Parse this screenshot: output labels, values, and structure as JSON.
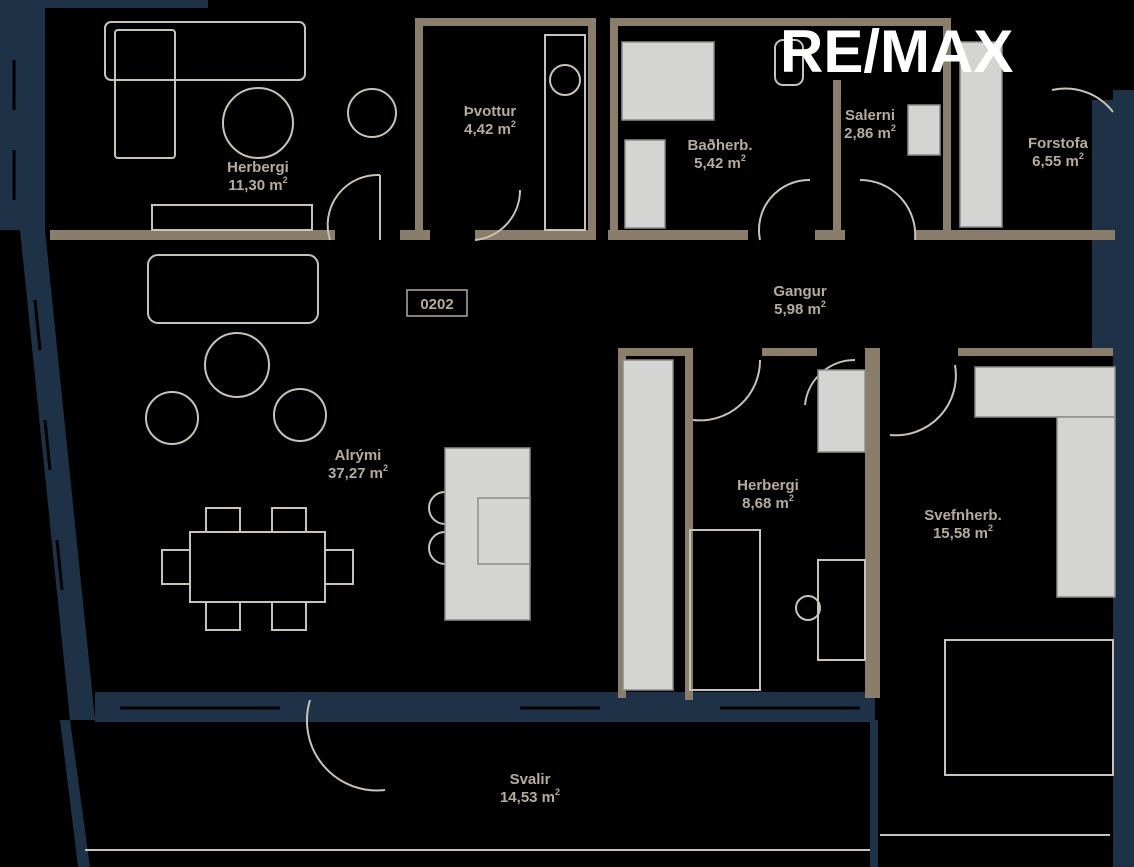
{
  "brand": {
    "logo_text": "RE/MAX"
  },
  "colors": {
    "background": "#000000",
    "outer_wall": "#1d3247",
    "inner_wall": "#8a7d6a",
    "furniture": "#c9c2b6",
    "fixture_fill": "#d4d5d2",
    "text": "#b5ab9e"
  },
  "unit": {
    "code": "0202"
  },
  "rooms": [
    {
      "id": "herbergi-1",
      "name": "Herbergi",
      "area": "11,30 m",
      "unit_sup": "2"
    },
    {
      "id": "thvottur",
      "name": "Þvottur",
      "area": "4,42 m",
      "unit_sup": "2"
    },
    {
      "id": "badherb",
      "name": "Baðherb.",
      "area": "5,42 m",
      "unit_sup": "2"
    },
    {
      "id": "salerni",
      "name": "Salerni",
      "area": "2,86 m",
      "unit_sup": "2"
    },
    {
      "id": "forstofa",
      "name": "Forstofa",
      "area": "6,55 m",
      "unit_sup": "2"
    },
    {
      "id": "gangur",
      "name": "Gangur",
      "area": "5,98 m",
      "unit_sup": "2"
    },
    {
      "id": "alrymi",
      "name": "Alrými",
      "area": "37,27 m",
      "unit_sup": "2"
    },
    {
      "id": "herbergi-2",
      "name": "Herbergi",
      "area": "8,68 m",
      "unit_sup": "2"
    },
    {
      "id": "svefnherb",
      "name": "Svefnherb.",
      "area": "15,58 m",
      "unit_sup": "2"
    },
    {
      "id": "svalir",
      "name": "Svalir",
      "area": "14,53 m",
      "unit_sup": "2"
    }
  ]
}
